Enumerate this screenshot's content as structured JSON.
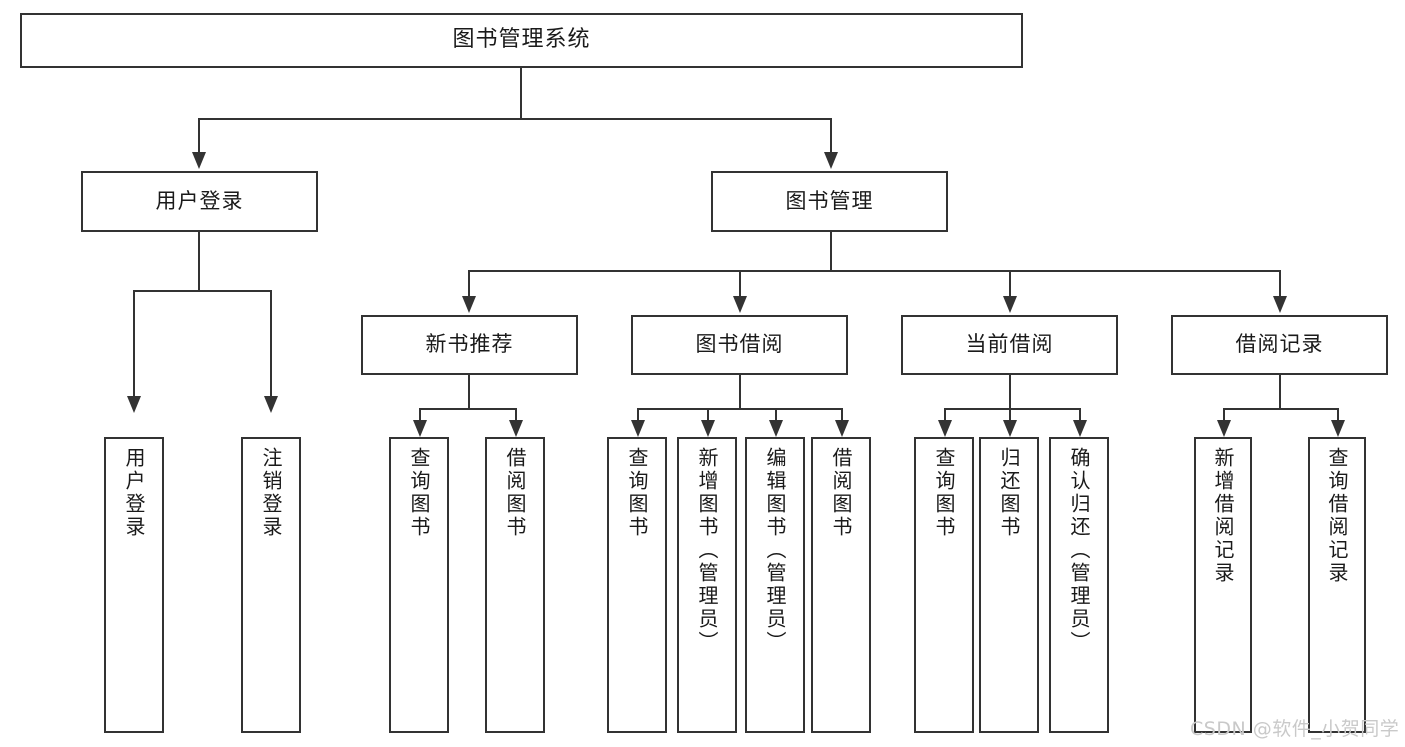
{
  "diagram": {
    "title": "图书管理系统",
    "type": "tree-hierarchy-diagram",
    "colors": {
      "box_border": "#333333",
      "box_fill": "#ffffff",
      "connector": "#333333",
      "text": "#1a1a1a",
      "watermark": "#c9c9c9",
      "background": "#ffffff"
    }
  },
  "root": {
    "label": "图书管理系统"
  },
  "level2": [
    {
      "label": "用户登录"
    },
    {
      "label": "图书管理"
    }
  ],
  "level3": [
    {
      "label": "新书推荐"
    },
    {
      "label": "图书借阅"
    },
    {
      "label": "当前借阅"
    },
    {
      "label": "借阅记录"
    }
  ],
  "leaves": {
    "user_login": [
      {
        "label": "用户登录"
      },
      {
        "label": "注销登录"
      }
    ],
    "new_book_recommend": [
      {
        "label": "查询图书"
      },
      {
        "label": "借阅图书"
      }
    ],
    "book_borrow": [
      {
        "label": "查询图书"
      },
      {
        "label": "新增图书（管理员）"
      },
      {
        "label": "编辑图书（管理员）"
      },
      {
        "label": "借阅图书"
      }
    ],
    "current_borrow": [
      {
        "label": "查询图书"
      },
      {
        "label": "归还图书"
      },
      {
        "label": "确认归还（管理员）"
      }
    ],
    "borrow_record": [
      {
        "label": "新增借阅记录"
      },
      {
        "label": "查询借阅记录"
      }
    ]
  },
  "watermark": {
    "text": "CSDN @软件_小贺同学"
  }
}
